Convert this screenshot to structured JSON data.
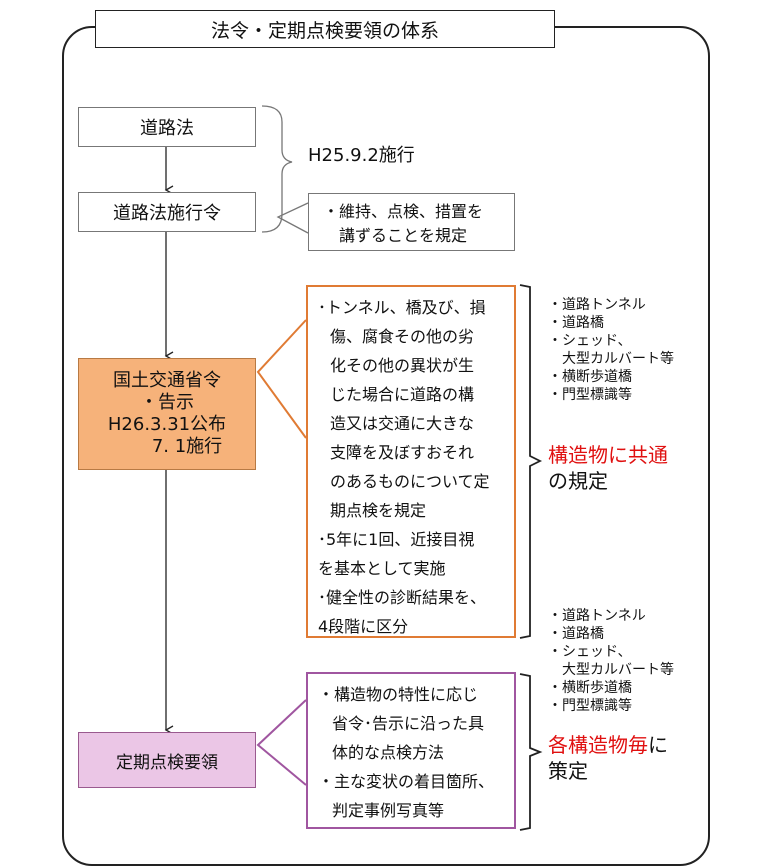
{
  "title": "法令・定期点検要領の体系",
  "road_law": "道路法",
  "road_law_order": "道路法施行令",
  "enforcement_date": "H25.9.2施行",
  "order_note": [
    "・維持、点検、措置を",
    "講ずることを規定"
  ],
  "ministerial": {
    "line1": "国土交通省令",
    "line2": "・告示",
    "line3": "H26.3.31公布",
    "line4": "7. 1施行"
  },
  "orange_text": [
    "･トンネル、橋及び、損",
    "傷、腐食その他の劣",
    "化その他の異状が生",
    "じた場合に道路の構",
    "造又は交通に大きな",
    "支障を及ぼすおそれ",
    "のあるものについて定",
    "期点検を規定",
    "･5年に1回、近接目視",
    "を基本として実施",
    "･健全性の診断結果を、",
    "4段階に区分"
  ],
  "structures_top": [
    "・道路トンネル",
    "・道路橋",
    "・シェッド、",
    "大型カルバート等",
    "・横断歩道橋",
    "・門型標識等"
  ],
  "common_label_red": "構造物に共通",
  "common_label_black": "の規定",
  "structures_bottom": [
    "・道路トンネル",
    "・道路橋",
    "・シェッド、",
    "大型カルバート等",
    "・横断歩道橋",
    "・門型標識等"
  ],
  "each_label_red": "各構造物毎",
  "each_label_black_1": "に",
  "each_label_black_2": "策定",
  "inspection_guideline": "定期点検要領",
  "purple_text": [
    "・構造物の特性に応じ",
    "省令･告示に沿った具",
    "体的な点検方法",
    "・主な変状の着目箇所、",
    "判定事例写真等"
  ],
  "colors": {
    "ministerial_fill": "#f6b27a",
    "guideline_fill": "#ebc6e6",
    "orange_border": "#e07b34",
    "purple_border": "#a056a0",
    "red_text": "#e01010"
  }
}
